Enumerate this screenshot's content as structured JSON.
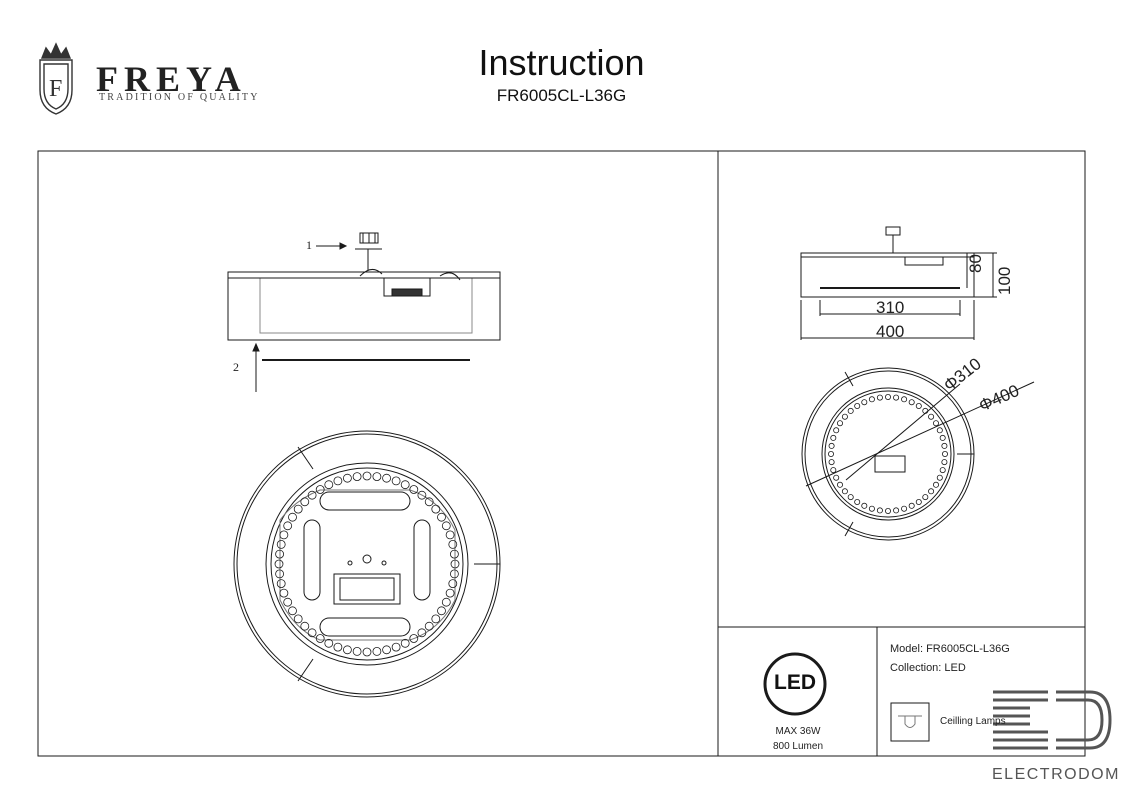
{
  "brand": {
    "name": "FREYA",
    "tagline": "TRADITION OF QUALITY"
  },
  "header": {
    "title": "Instruction",
    "model": "FR6005CL-L36G"
  },
  "assembly": {
    "step1": "1",
    "step2": "2"
  },
  "dimensions": {
    "inner_width": "310",
    "outer_width": "400",
    "height_inner": "80",
    "height_outer": "100",
    "dia_inner": "Φ310",
    "dia_outer": "Φ400"
  },
  "specs": {
    "led_badge": "LED",
    "power": "MAX 36W",
    "lumen": "800 Lumen",
    "model_line": "Model: FR6005CL-L36G",
    "collection_line": "Collection: LED",
    "category": "Ceilling Lamps"
  },
  "watermark": {
    "word": "ELECTRODOM"
  },
  "colors": {
    "line": "#1a1a1a",
    "watermark": "#555555"
  }
}
